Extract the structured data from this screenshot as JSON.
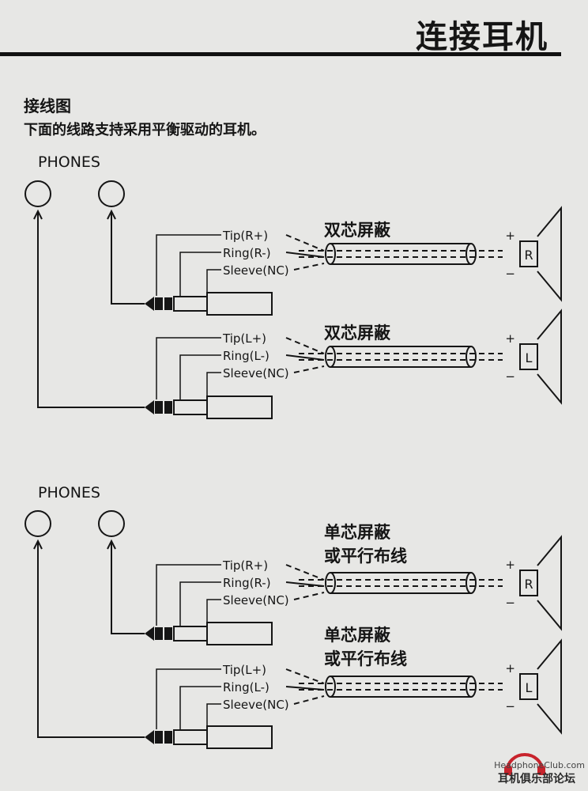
{
  "header": {
    "title": "连接耳机"
  },
  "section": {
    "label": "接线图",
    "note": "下面的线路支持采用平衡驱动的耳机。"
  },
  "diagrams": [
    {
      "phones_label": "PHONES",
      "cables": [
        {
          "type_label": [
            "双芯屏蔽"
          ],
          "channel": "R",
          "terminals": [
            "Tip(R+)",
            "Ring(R-)",
            "Sleeve(NC)"
          ]
        },
        {
          "type_label": [
            "双芯屏蔽"
          ],
          "channel": "L",
          "terminals": [
            "Tip(L+)",
            "Ring(L-)",
            "Sleeve(NC)"
          ]
        }
      ]
    },
    {
      "phones_label": "PHONES",
      "cables": [
        {
          "type_label": [
            "单芯屏蔽",
            "或平行布线"
          ],
          "channel": "R",
          "terminals": [
            "Tip(R+)",
            "Ring(R-)",
            "Sleeve(NC)"
          ]
        },
        {
          "type_label": [
            "单芯屏蔽",
            "或平行布线"
          ],
          "channel": "L",
          "terminals": [
            "Tip(L+)",
            "Ring(L-)",
            "Sleeve(NC)"
          ]
        }
      ]
    }
  ],
  "speaker_polarity": {
    "plus": "+",
    "minus": "−"
  },
  "watermark": {
    "site": "HeadphoneClub.com",
    "name": "耳机俱乐部论坛"
  }
}
